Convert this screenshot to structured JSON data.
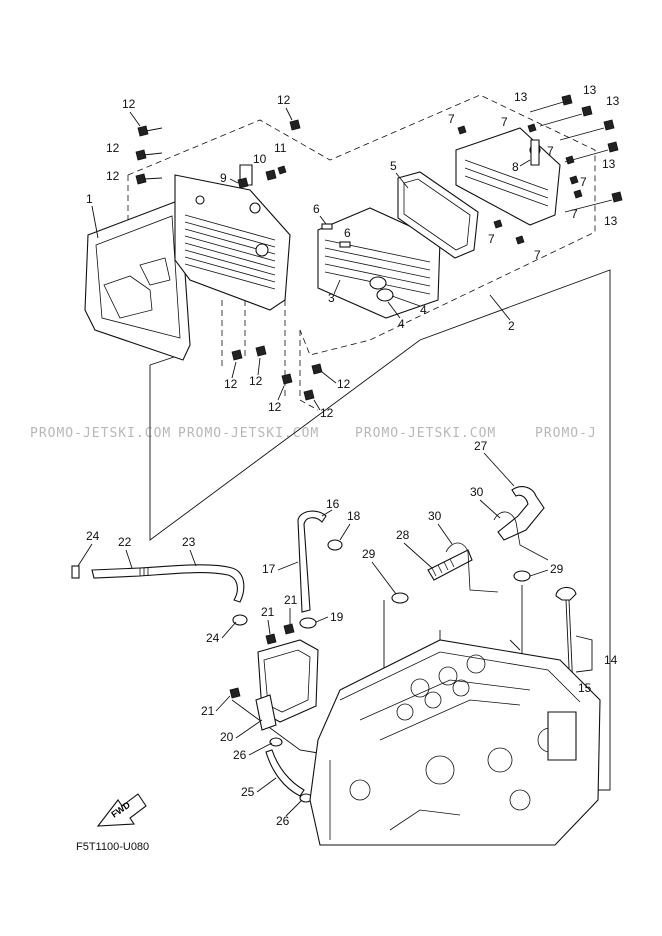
{
  "diagram_code": "F5T1100-U080",
  "fwd_label": "FWD",
  "watermark": [
    "PROMO-JETSKI.COM",
    "PROMO-JETSKI.COM",
    "PROMO-JETSKI.COM",
    "PROMO-J"
  ],
  "callouts": [
    {
      "id": "c1",
      "text": "1"
    },
    {
      "id": "c2",
      "text": "2"
    },
    {
      "id": "c3",
      "text": "3"
    },
    {
      "id": "c4a",
      "text": "4"
    },
    {
      "id": "c4b",
      "text": "4"
    },
    {
      "id": "c5",
      "text": "5"
    },
    {
      "id": "c6a",
      "text": "6"
    },
    {
      "id": "c6b",
      "text": "6"
    },
    {
      "id": "c7a",
      "text": "7"
    },
    {
      "id": "c7b",
      "text": "7"
    },
    {
      "id": "c7c",
      "text": "7"
    },
    {
      "id": "c7d",
      "text": "7"
    },
    {
      "id": "c7e",
      "text": "7"
    },
    {
      "id": "c7f",
      "text": "7"
    },
    {
      "id": "c7g",
      "text": "7"
    },
    {
      "id": "c8",
      "text": "8"
    },
    {
      "id": "c9",
      "text": "9"
    },
    {
      "id": "c10",
      "text": "10"
    },
    {
      "id": "c11",
      "text": "11"
    },
    {
      "id": "c12a",
      "text": "12"
    },
    {
      "id": "c12b",
      "text": "12"
    },
    {
      "id": "c12c",
      "text": "12"
    },
    {
      "id": "c12d",
      "text": "12"
    },
    {
      "id": "c12e",
      "text": "12"
    },
    {
      "id": "c12f",
      "text": "12"
    },
    {
      "id": "c12g",
      "text": "12"
    },
    {
      "id": "c12h",
      "text": "12"
    },
    {
      "id": "c12i",
      "text": "12"
    },
    {
      "id": "c13a",
      "text": "13"
    },
    {
      "id": "c13b",
      "text": "13"
    },
    {
      "id": "c13c",
      "text": "13"
    },
    {
      "id": "c13d",
      "text": "13"
    },
    {
      "id": "c13e",
      "text": "13"
    },
    {
      "id": "c14",
      "text": "14"
    },
    {
      "id": "c15",
      "text": "15"
    },
    {
      "id": "c16",
      "text": "16"
    },
    {
      "id": "c17",
      "text": "17"
    },
    {
      "id": "c18",
      "text": "18"
    },
    {
      "id": "c19",
      "text": "19"
    },
    {
      "id": "c20",
      "text": "20"
    },
    {
      "id": "c21a",
      "text": "21"
    },
    {
      "id": "c21b",
      "text": "21"
    },
    {
      "id": "c21c",
      "text": "21"
    },
    {
      "id": "c22",
      "text": "22"
    },
    {
      "id": "c23",
      "text": "23"
    },
    {
      "id": "c24a",
      "text": "24"
    },
    {
      "id": "c24b",
      "text": "24"
    },
    {
      "id": "c25",
      "text": "25"
    },
    {
      "id": "c26a",
      "text": "26"
    },
    {
      "id": "c26b",
      "text": "26"
    },
    {
      "id": "c27",
      "text": "27"
    },
    {
      "id": "c28",
      "text": "28"
    },
    {
      "id": "c29a",
      "text": "29"
    },
    {
      "id": "c29b",
      "text": "29"
    },
    {
      "id": "c30a",
      "text": "30"
    },
    {
      "id": "c30b",
      "text": "30"
    }
  ]
}
